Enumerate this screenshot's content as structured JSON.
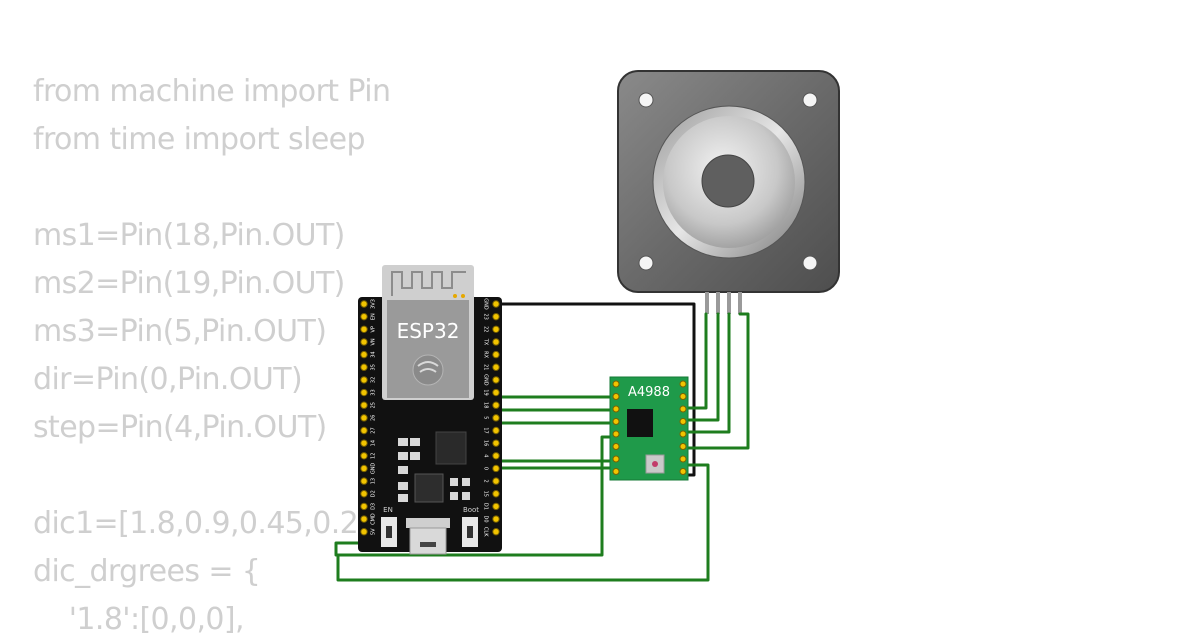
{
  "code_lines": [
    "from machine import Pin",
    "from time import sleep",
    "",
    "ms1=Pin(18,Pin.OUT)",
    "ms2=Pin(19,Pin.OUT)",
    "ms3=Pin(5,Pin.OUT)",
    "dir=Pin(0,Pin.OUT)",
    "step=Pin(4,Pin.OUT)",
    "",
    "dic1=[1.8,0.9,0.45,0.22",
    "dic_drgrees = {",
    "    '1.8':[0,0,0],"
  ],
  "esp32": {
    "title": "ESP32",
    "en_label": "EN",
    "boot_label": "Boot",
    "left_pins": [
      "3V3",
      "EN",
      "VP",
      "VN",
      "34",
      "35",
      "32",
      "33",
      "25",
      "26",
      "27",
      "14",
      "12",
      "GND",
      "13",
      "D2",
      "D3",
      "CMD",
      "5V"
    ],
    "right_pins": [
      "GND",
      "23",
      "22",
      "TX",
      "RX",
      "21",
      "GND",
      "19",
      "18",
      "5",
      "17",
      "16",
      "4",
      "0",
      "2",
      "15",
      "D1",
      "D0",
      "CLK"
    ]
  },
  "driver": {
    "title": "A4988"
  },
  "colors": {
    "wire_green": "#1e7d1e",
    "wire_black": "#111111",
    "board": "#111111",
    "driver_pcb": "#1f9a4a",
    "code_text": "#cfcfcf"
  }
}
